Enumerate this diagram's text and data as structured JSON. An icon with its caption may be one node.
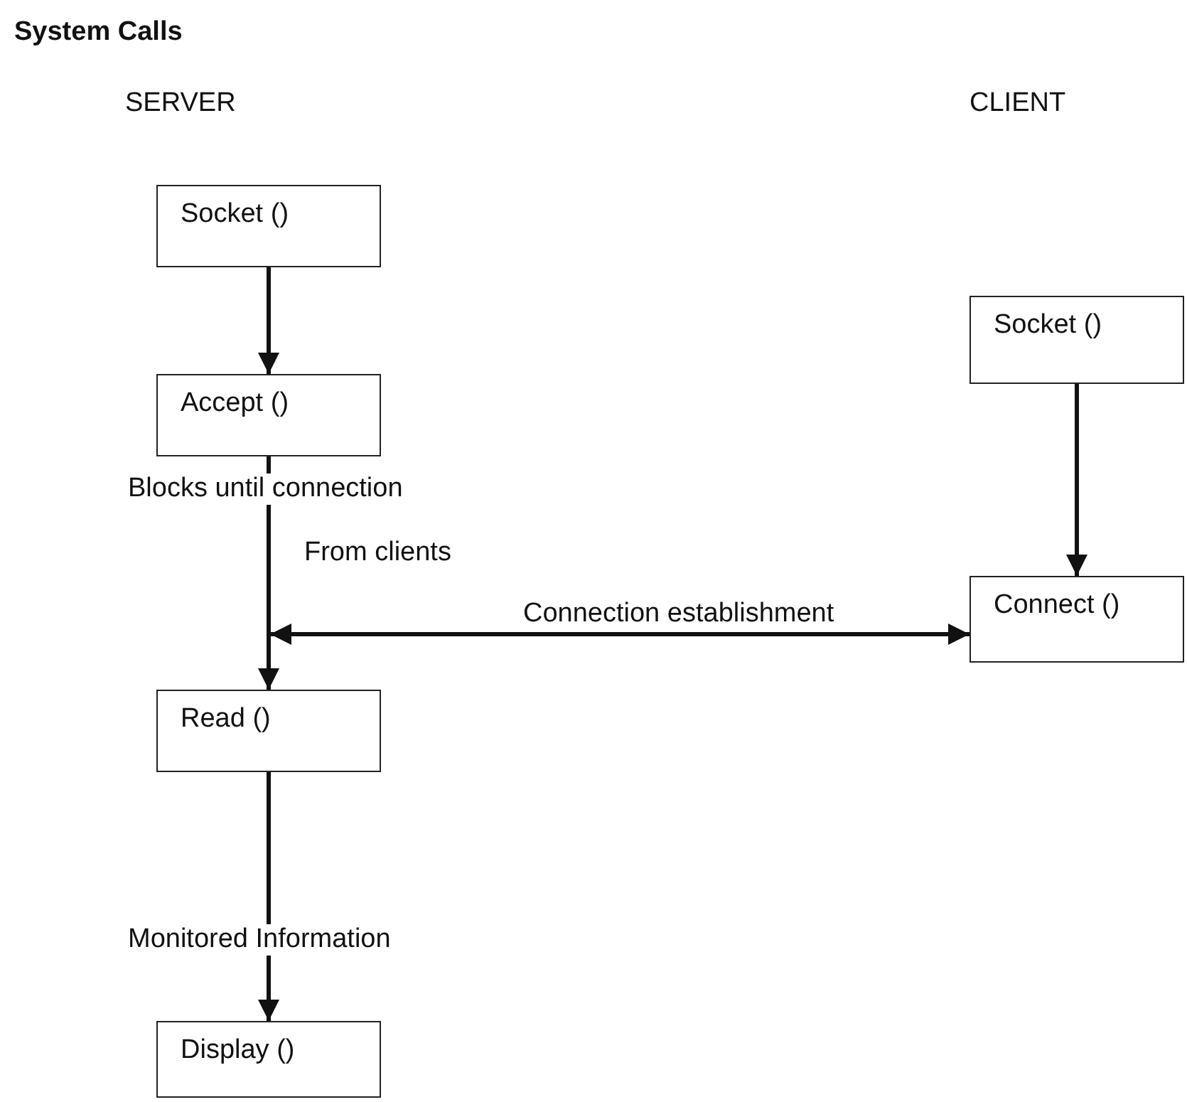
{
  "diagram": {
    "title": "System Calls",
    "nodes": [
      {
        "text": [
          "Socket ()"
        ]
      },
      {
        "text": [
          "Accept ()"
        ]
      },
      {
        "text": [
          "Read ()"
        ]
      },
      {
        "text": [
          "Display ()"
        ]
      },
      {
        "text": [
          "Socket ()"
        ]
      },
      {
        "text": [
          "Connect ()"
        ]
      }
    ],
    "edges": [
      {
        "from": 0,
        "to": 1,
        "arrow": "to"
      },
      {
        "from": 1,
        "to": 2,
        "arrow": "to",
        "label": "Blocks until connection"
      },
      {
        "from": 2,
        "to": 3,
        "arrow": "to",
        "label": "Monitored Information"
      },
      {
        "from": 4,
        "to": 5,
        "arrow": "to"
      },
      {
        "from": null,
        "to": 5,
        "arrow": "both",
        "label": "Connection establishment"
      }
    ],
    "labels": [
      "SERVER",
      "CLIENT",
      "From clients"
    ]
  }
}
